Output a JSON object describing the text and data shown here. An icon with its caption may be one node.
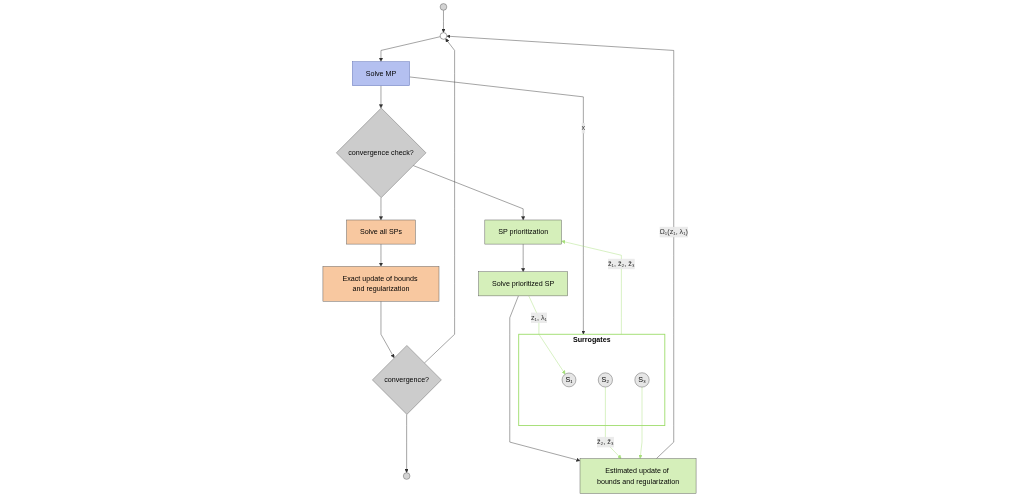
{
  "diagram": {
    "nodes": [
      {
        "text": [],
        "shape": "circle"
      },
      {
        "text": [],
        "shape": "circle"
      },
      {
        "text": [
          "Solve MP"
        ]
      },
      {
        "text": [
          "convergence check?"
        ]
      },
      {
        "text": [
          "Solve all SPs"
        ]
      },
      {
        "text": [
          "Exact update of bounds and regularization"
        ]
      },
      {
        "text": [
          "convergence?"
        ]
      },
      {
        "text": [],
        "shape": "circle"
      },
      {
        "text": [
          "SP prioritization"
        ]
      },
      {
        "text": [
          "Solve prioritized SP"
        ]
      },
      {
        "text": [
          "Estimated update of bounds and regularization"
        ]
      },
      {
        "text": [
          "Surrogates"
        ]
      },
      {
        "text": [
          "S₁"
        ],
        "in": 11
      },
      {
        "text": [
          "S₂"
        ],
        "in": 11
      },
      {
        "text": [
          "S₃"
        ],
        "in": 11
      }
    ],
    "edges": [
      {
        "from": 0,
        "to": 1,
        "arrow": "to"
      },
      {
        "from": 1,
        "to": 2,
        "arrow": "to"
      },
      {
        "from": 2,
        "to": 3,
        "arrow": "to"
      },
      {
        "from": 3,
        "to": 4,
        "arrow": "to"
      },
      {
        "from": 3,
        "to": 8,
        "arrow": "to"
      },
      {
        "from": 4,
        "to": 5,
        "arrow": "to"
      },
      {
        "from": 5,
        "to": 6,
        "arrow": "to"
      },
      {
        "from": 6,
        "to": 7,
        "arrow": "to"
      },
      {
        "from": 6,
        "to": 1,
        "arrow": "to"
      },
      {
        "from": 2,
        "to": 11,
        "arrow": "to",
        "label": "x"
      },
      {
        "from": 11,
        "to": 8,
        "arrow": "to",
        "label": "z̃₁, z̃₂, z̃₃",
        "color": "#a6e07a"
      },
      {
        "from": 8,
        "to": 9,
        "arrow": "to"
      },
      {
        "from": 9,
        "to": 10,
        "arrow": "to"
      },
      {
        "from": 9,
        "to": 12,
        "arrow": "to",
        "label": "z₁, λ₁",
        "color": "#a6e07a"
      },
      {
        "from": 13,
        "to": 10,
        "arrow": "to",
        "label": "z̃₂, z̃₃",
        "color": "#a6e07a"
      },
      {
        "from": 14,
        "to": 10,
        "arrow": "to",
        "color": "#a6e07a"
      },
      {
        "from": 10,
        "to": 1,
        "arrow": "to",
        "label": "Ω₁(z₁, λ₁)"
      }
    ]
  }
}
